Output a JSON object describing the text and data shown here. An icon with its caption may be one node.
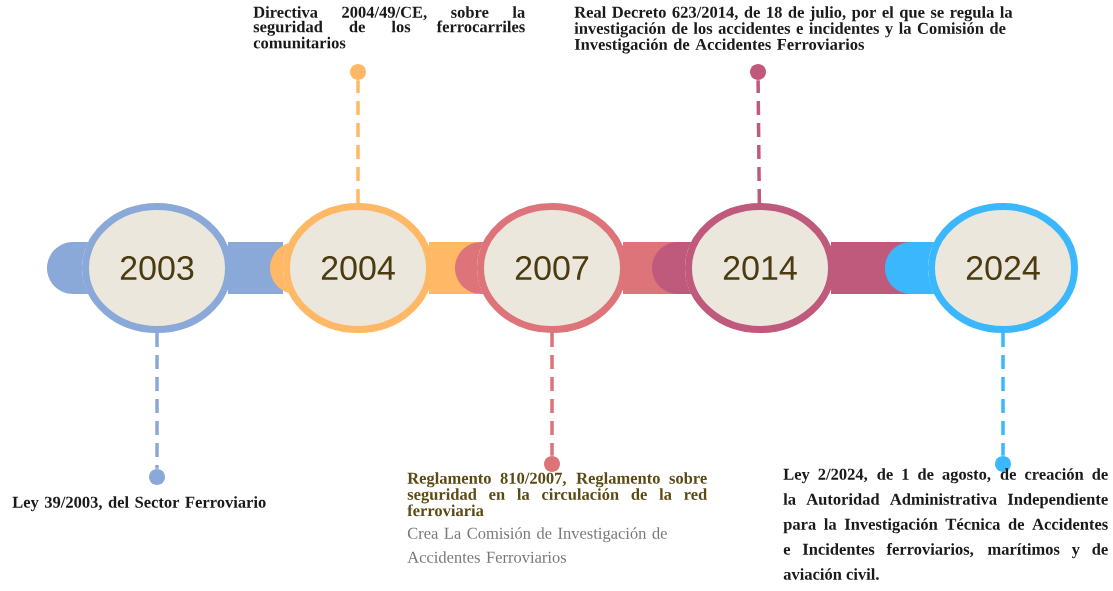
{
  "diagram": {
    "nodes": [
      {
        "text": [
          "2003"
        ]
      },
      {
        "text": [
          "2004"
        ]
      },
      {
        "text": [
          "2007"
        ]
      },
      {
        "text": [
          "2014"
        ]
      },
      {
        "text": [
          "2024"
        ]
      },
      {
        "text": [],
        "shape": "circle",
        "beside": [
          "Ley 39/2003, del Sector Ferroviario"
        ]
      },
      {
        "text": [],
        "shape": "circle",
        "beside": [
          "Directiva 2004/49/CE, sobre la seguridad de los ferrocarriles comunitarios"
        ]
      },
      {
        "text": [],
        "shape": "circle",
        "beside": [
          "Reglamento 810/2007, Reglamento sobre seguridad en la circulación de la red ferroviaria",
          "Crea La Comisión de Investigación de Accidentes Ferroviarios"
        ]
      },
      {
        "text": [],
        "shape": "circle",
        "beside": [
          "Real Decreto 623/2014, de 18 de julio, por el que se regula la investigación de los accidentes e incidentes y la Comisión de Investigación de Accidentes Ferroviarios"
        ]
      },
      {
        "text": [],
        "shape": "circle",
        "beside": [
          "Ley 2/2024, de 1 de agosto, de creación de la Autoridad Administrativa Independiente para la Investigación Técnica de Accidentes e Incidentes ferroviarios, marítimos y de aviación civil."
        ]
      }
    ],
    "edges": [
      {
        "from": 0,
        "to": 1,
        "arrow": "none",
        "style": "thick",
        "color": "#8aa8d8"
      },
      {
        "from": 1,
        "to": 2,
        "arrow": "none",
        "style": "thick",
        "color": "#ffb866"
      },
      {
        "from": 2,
        "to": 3,
        "arrow": "none",
        "style": "thick",
        "color": "#dc747a"
      },
      {
        "from": 3,
        "to": 4,
        "arrow": "none",
        "style": "thick",
        "color": "#c05a7c"
      },
      {
        "from": 0,
        "to": 5,
        "arrow": "none",
        "style": "dashed",
        "color": "#8aa8d8"
      },
      {
        "from": 1,
        "to": 6,
        "arrow": "none",
        "style": "dashed",
        "color": "#ffb866"
      },
      {
        "from": 2,
        "to": 7,
        "arrow": "none",
        "style": "dashed",
        "color": "#dc747a"
      },
      {
        "from": 3,
        "to": 8,
        "arrow": "none",
        "style": "dashed",
        "color": "#c05a7c"
      },
      {
        "from": 4,
        "to": 9,
        "arrow": "none",
        "style": "dashed",
        "color": "#3bb8fd"
      }
    ]
  }
}
